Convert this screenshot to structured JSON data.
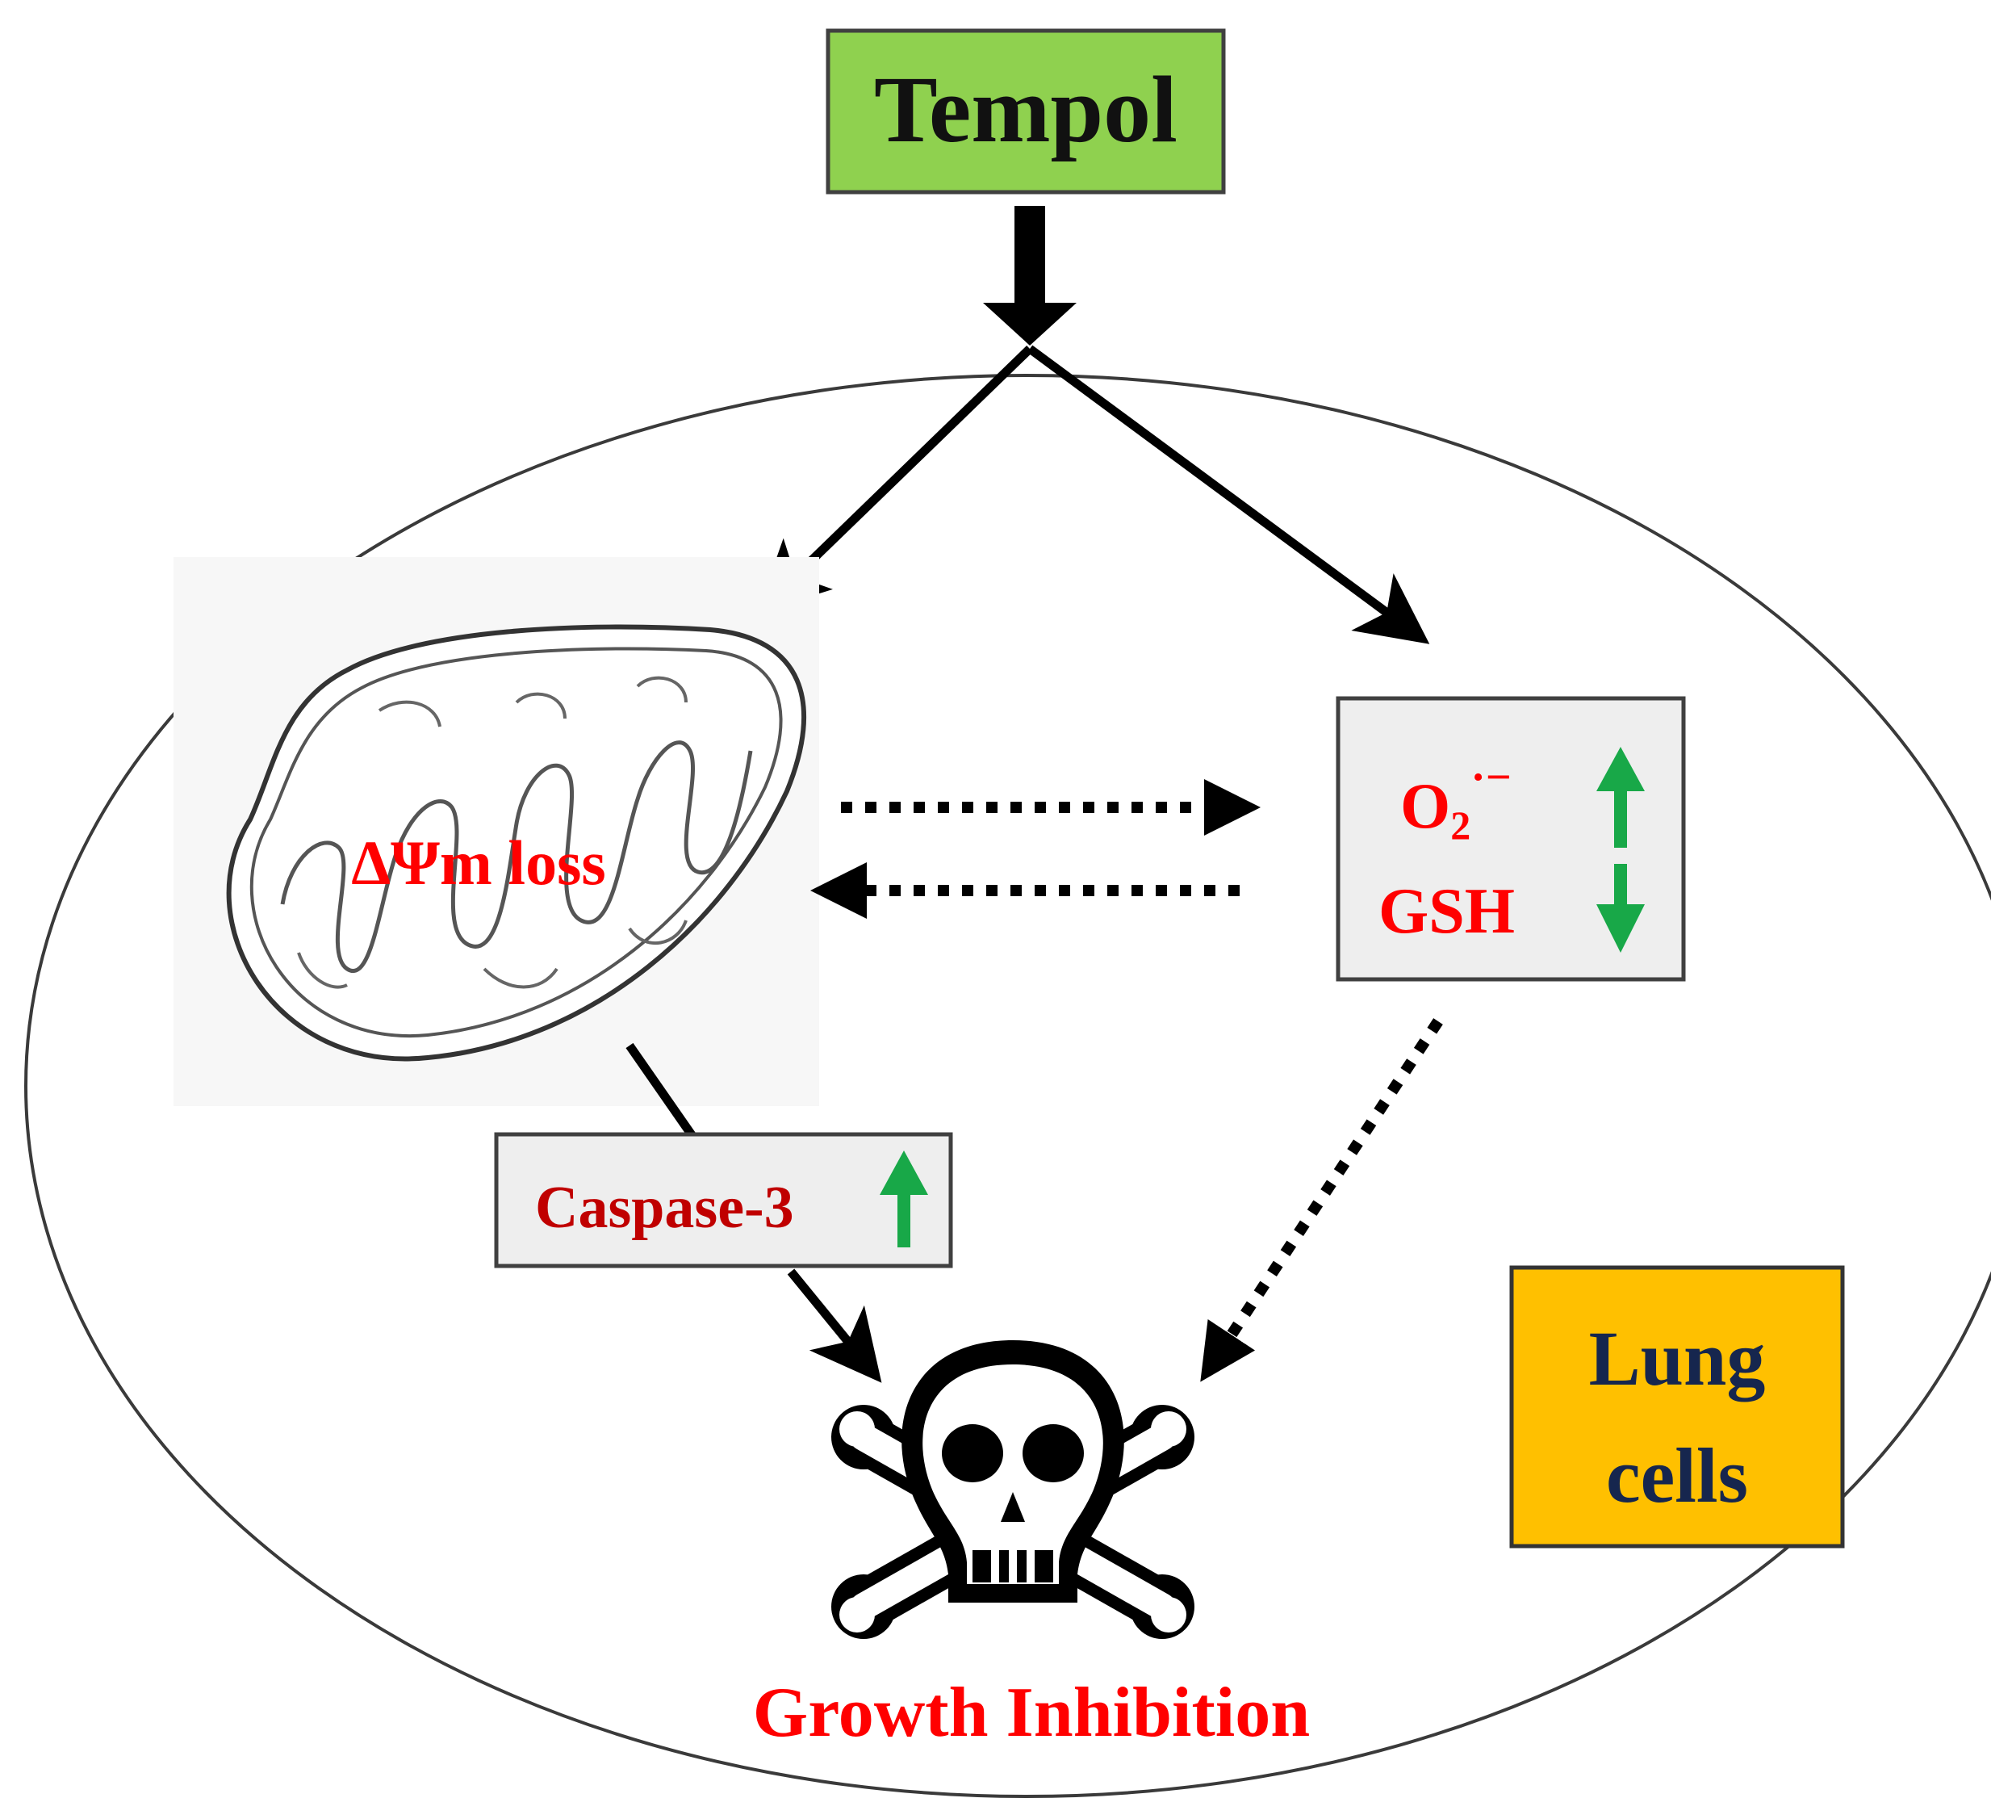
{
  "tempol": {
    "label": "Tempol",
    "fill": "#8FD14F",
    "text_color": "#111111"
  },
  "mito": {
    "label": "ΔΨm loss",
    "text_color": "#ff0000"
  },
  "ros": {
    "line1_base": "O",
    "line1_sub": "2",
    "line1_sup": "·−",
    "line2": "GSH",
    "text_color": "#ff0000",
    "box_fill": "#eeeeee",
    "arrow_up_color": "#18A848",
    "arrow_down_color": "#18A848"
  },
  "caspase": {
    "label": "Caspase-3",
    "text_color": "#C00000",
    "box_fill": "#eeeeee",
    "arrow_color": "#18A848"
  },
  "lung": {
    "line1": "Lung",
    "line2": "cells",
    "fill": "#FFC000",
    "text_color": "#16264E"
  },
  "outcome": {
    "label": "Growth Inhibition",
    "text_color": "#ff0000"
  },
  "icons": {
    "mitochondrion": "mitochondrion-icon",
    "skull": "skull-crossbones-icon"
  }
}
